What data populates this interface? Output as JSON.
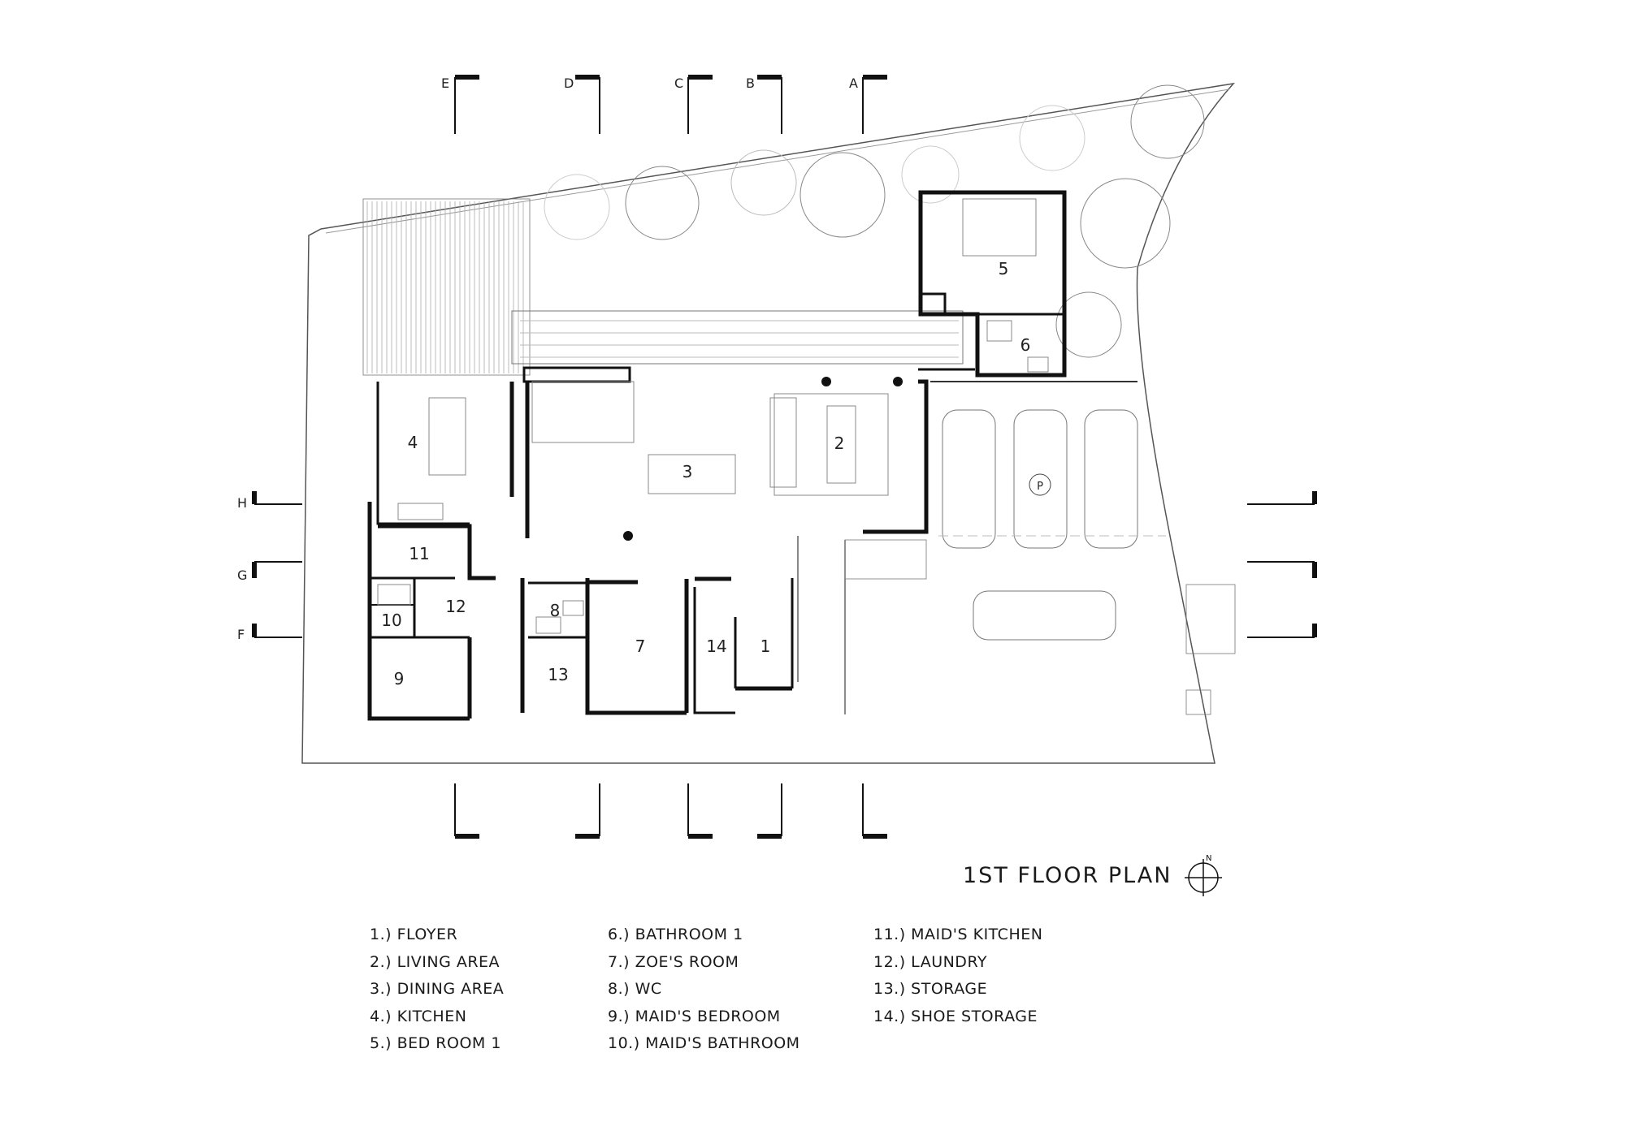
{
  "title": "1ST FLOOR PLAN",
  "north_label": "N",
  "section_labels": {
    "top": [
      "E",
      "D",
      "C",
      "B",
      "A"
    ],
    "left": [
      "H",
      "G",
      "F"
    ]
  },
  "room_numbers": [
    "1",
    "2",
    "3",
    "4",
    "5",
    "6",
    "7",
    "8",
    "9",
    "10",
    "11",
    "12",
    "13",
    "14"
  ],
  "parking_symbol": "P",
  "legend": [
    [
      "1.) FLOYER",
      "2.) LIVING AREA",
      "3.) DINING AREA",
      "4.) KITCHEN",
      "5.) BED ROOM 1"
    ],
    [
      "6.) BATHROOM 1",
      "7.) ZOE'S ROOM",
      "8.) WC",
      "9.) MAID'S BEDROOM",
      "10.) MAID'S BATHROOM"
    ],
    [
      "11.) MAID'S KITCHEN",
      "12.) LAUNDRY",
      "13.) STORAGE",
      "14.) SHOE STORAGE"
    ]
  ]
}
